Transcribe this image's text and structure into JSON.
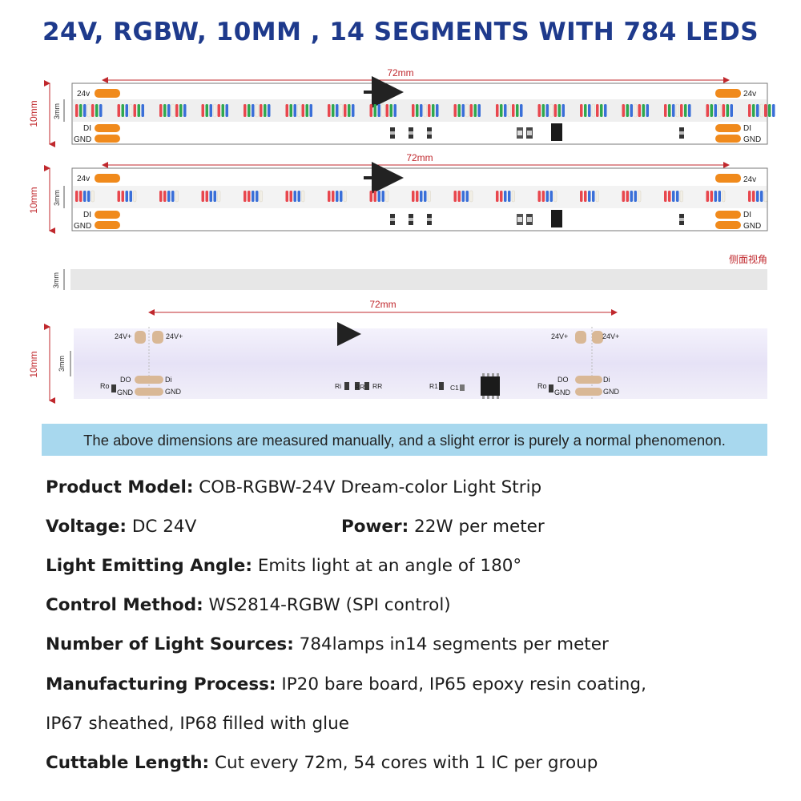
{
  "title": "24V, RGBW, 10MM , 14 SEGMENTS WITH 784 LEDS",
  "diagram": {
    "length_label": "72mm",
    "height_label": "10mm",
    "inner_height_label": "3mm",
    "side_view_label": "侧面视角",
    "pads": {
      "v24": "24v",
      "di": "DI",
      "gnd": "GND",
      "v24_plus": "24V+",
      "do": "DO",
      "di_lower": "Di",
      "ro": "Ro",
      "gnd_lower": "GND",
      "ri": "Ri",
      "rr": "RR",
      "r1": "R1",
      "c1": "C1"
    },
    "colors": {
      "red_dim": "#c0282d",
      "pad_orange": "#f08a1c",
      "led_red": "#e8474e",
      "led_green": "#2fa84f",
      "led_blue": "#3a6fd8",
      "led_white": "#f2efe6",
      "cob_strip": "#ece9f8",
      "title_blue": "#1e3a8c",
      "note_bar": "#a8d8ee"
    }
  },
  "note": "The above dimensions are measured manually, and a slight error is purely a normal phenomenon.",
  "specs": {
    "model_label": "Product Model:",
    "model_value": "COB-RGBW-24V Dream-color Light Strip",
    "voltage_label": "Voltage:",
    "voltage_value": "DC 24V",
    "power_label": "Power:",
    "power_value": "22W per meter",
    "angle_label": "Light Emitting Angle:",
    "angle_value": "Emits light at an angle of 180°",
    "control_label": "Control Method:",
    "control_value": "WS2814-RGBW (SPI control)",
    "sources_label": "Number of Light Sources:",
    "sources_value": "784lamps in14 segments per meter",
    "process_label": "Manufacturing Process:",
    "process_value": "IP20 bare board, IP65 epoxy resin coating,",
    "process_value_2": "IP67 sheathed, IP68 filled with glue",
    "cut_label": "Cuttable Length:",
    "cut_value": "Cut every 72m, 54 cores with 1 IC per group"
  }
}
